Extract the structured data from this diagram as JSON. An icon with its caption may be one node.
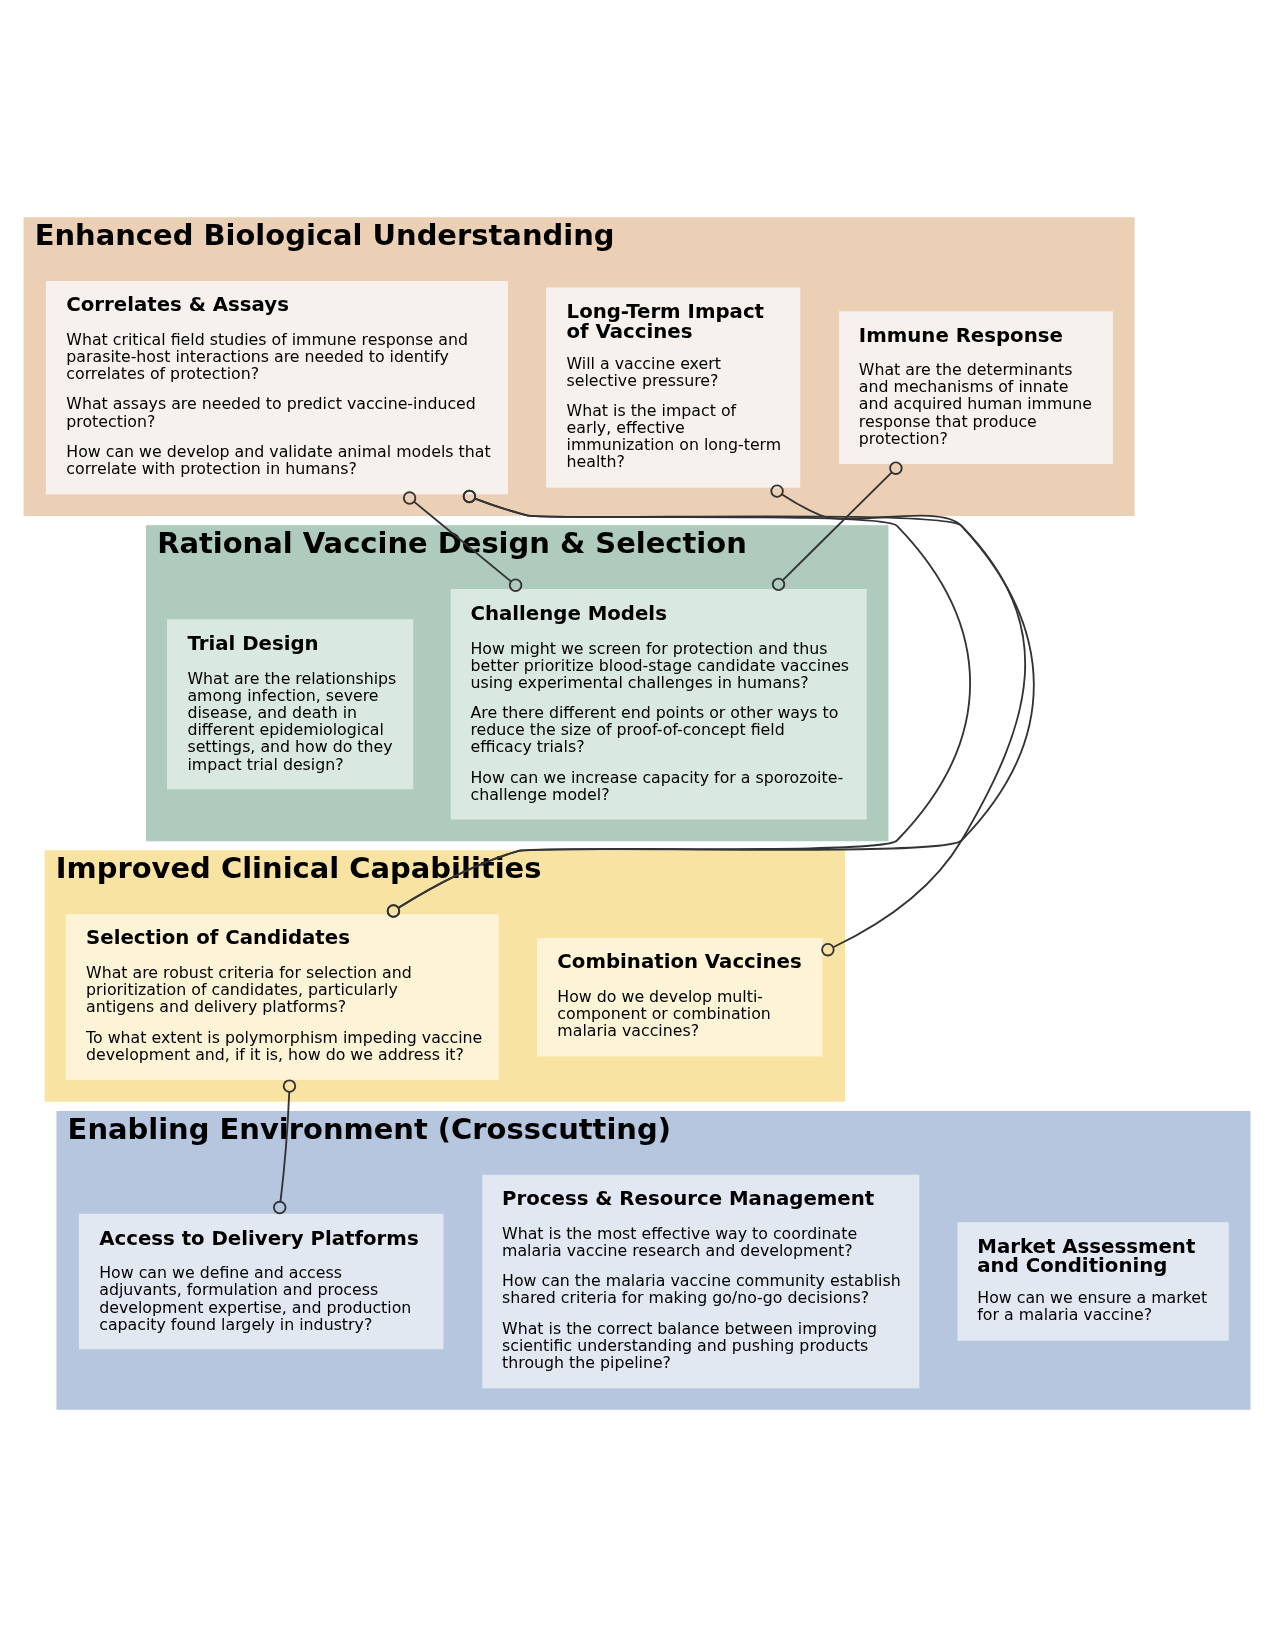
{
  "diagram": {
    "nodes": [
      {
        "text": [
          "Enhanced Biological Understanding"
        ]
      },
      {
        "text": [
          "Correlates & Assays",
          "What critical field studies of immune response and parasite-host interactions are needed to identify correlates of protection?",
          "What assays are needed to predict vaccine-induced protection?",
          "How can we develop and validate animal models that correlate with protection in humans?"
        ],
        "in": 0
      },
      {
        "text": [
          "Long-Term Impact of Vaccines",
          "Will a vaccine exert selective pressure?",
          "What is the impact of early, effective immunization on long-term health?"
        ],
        "in": 0
      },
      {
        "text": [
          "Immune Response",
          "What are the determinants and mechanisms of innate and acquired human immune response that produce protection?"
        ],
        "in": 0
      },
      {
        "text": [
          "Rational Vaccine Design & Selection"
        ]
      },
      {
        "text": [
          "Trial Design",
          "What are the relationships among infection, severe disease, and death in different epidemiological settings, and how do they impact trial design?"
        ],
        "in": 4
      },
      {
        "text": [
          "Challenge Models",
          "How might we screen for protection and thus better prioritize blood-stage candidate vaccines using experimental challenges in humans?",
          "Are there different end points or other ways to reduce the size of proof-of-concept field efficacy trials?",
          "How can we increase capacity for a sporozoite-challenge model?"
        ],
        "in": 4
      },
      {
        "text": [
          "Improved Clinical Capabilities"
        ]
      },
      {
        "text": [
          "Selection of Candidates",
          "What are robust criteria for selection and prioritization of candidates, particularly antigens and delivery platforms?",
          "To what extent is polymorphism impeding vaccine development and, if it is, how do we address it?"
        ],
        "in": 7
      },
      {
        "text": [
          "Combination Vaccines",
          "How do we develop multi-component or combination malaria vaccines?"
        ],
        "in": 7
      },
      {
        "text": [
          "Enabling Environment (Crosscutting)"
        ]
      },
      {
        "text": [
          "Access to Delivery Platforms",
          "How can we define and access adjuvants, formulation and process development expertise, and production capacity found largely in industry?"
        ],
        "in": 10
      },
      {
        "text": [
          "Process & Resource Management",
          "What is the most effective way to coordinate malaria vaccine research and development?",
          "How can the malaria vaccine community establish shared criteria for making go/no-go decisions?",
          "What is the correct balance between improving scientific understanding and pushing products through the pipeline?"
        ],
        "in": 10
      },
      {
        "text": [
          "Market Assessment and Conditioning",
          "How can we ensure a market for a malaria vaccine?"
        ],
        "in": 10
      }
    ],
    "edges": [
      {
        "from": 1,
        "to": 8,
        "arrow": "other"
      },
      {
        "from": 1,
        "to": 9,
        "arrow": "other"
      },
      {
        "from": 1,
        "to": 6,
        "arrow": "other"
      },
      {
        "from": 2,
        "to": 8,
        "arrow": "other"
      },
      {
        "from": 3,
        "to": 6,
        "arrow": "other"
      },
      {
        "from": 8,
        "to": 11,
        "arrow": "other"
      }
    ]
  }
}
